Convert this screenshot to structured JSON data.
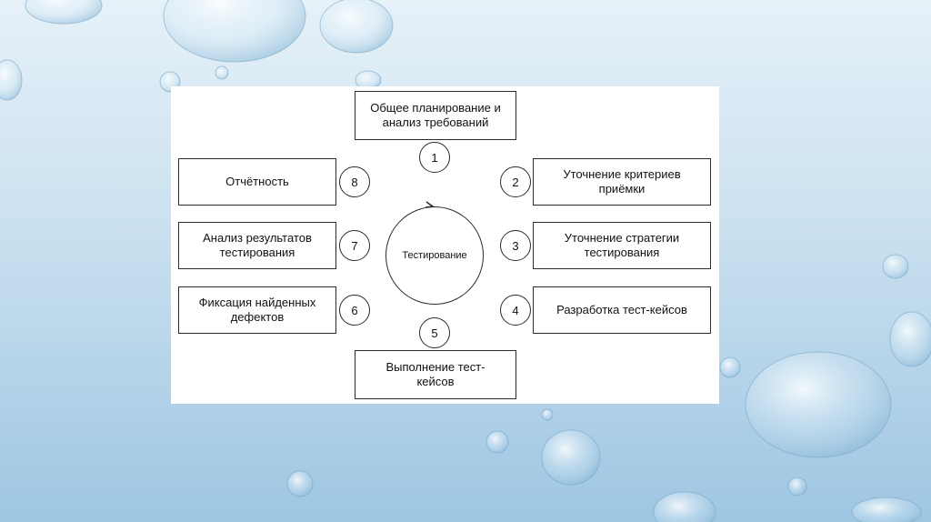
{
  "diagram": {
    "center": "Тестирование",
    "steps": [
      {
        "num": "1",
        "label": "Общее планирование и\nанализ требований"
      },
      {
        "num": "2",
        "label": "Уточнение критериев\nприёмки"
      },
      {
        "num": "3",
        "label": "Уточнение стратегии\nтестирования"
      },
      {
        "num": "4",
        "label": "Разработка тест-кейсов"
      },
      {
        "num": "5",
        "label": "Выполнение тест-\nкейсов"
      },
      {
        "num": "6",
        "label": "Фиксация найденных\nдефектов"
      },
      {
        "num": "7",
        "label": "Анализ результатов\nтестирования"
      },
      {
        "num": "8",
        "label": "Отчётность"
      }
    ]
  }
}
